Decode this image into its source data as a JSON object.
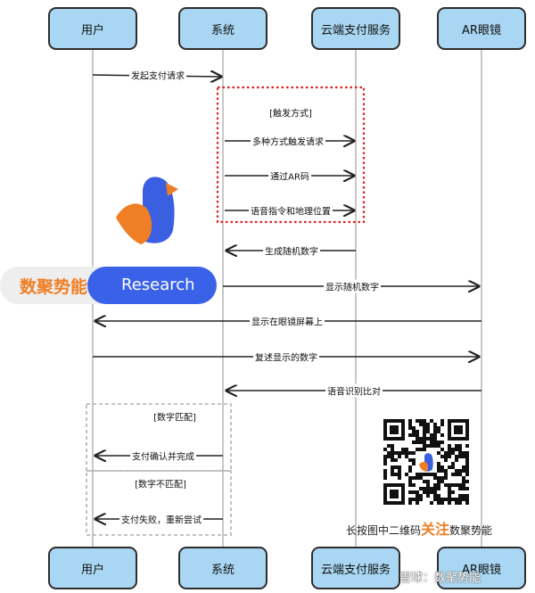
{
  "actors": [
    "用户",
    "系统",
    "云端支付服务",
    "AR眼镜"
  ],
  "frames": {
    "trigger": "[触发方式]",
    "match": "[数字匹配]",
    "mismatch": "[数字不匹配]"
  },
  "messages": [
    "发起支付请求",
    "多种方式触发请求",
    "通过AR码",
    "语音指令和地理位置",
    "生成随机数字",
    "显示随机数字",
    "显示在眼镜屏幕上",
    "复述显示的数字",
    "语音识别比对",
    "支付确认并完成",
    "支付失败，重新尝试"
  ],
  "brand": {
    "name_cn": "数聚势能",
    "name_en": "Research",
    "colors": {
      "orange": "#f07e24",
      "blue": "#3a62e8"
    }
  },
  "qr": {
    "caption_before": "长按图中二维码",
    "caption_highlight": "关注",
    "caption_after": "数聚势能"
  },
  "watermark": "雪球：数聚势能"
}
